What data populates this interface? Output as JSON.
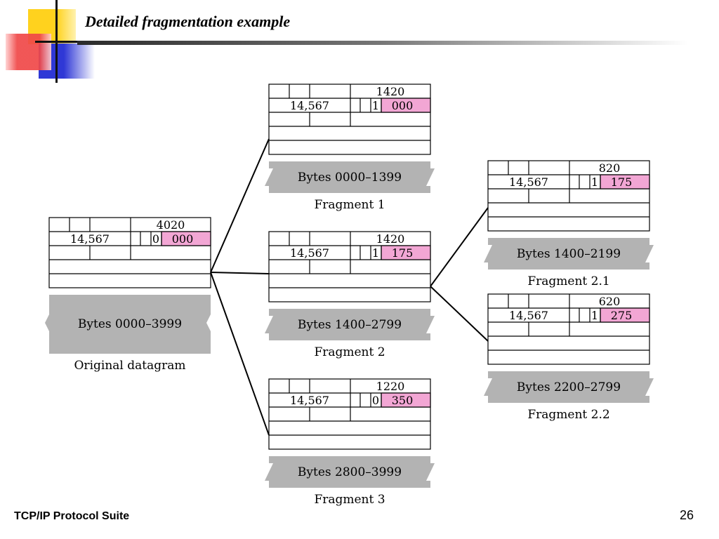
{
  "slide": {
    "title": "Detailed fragmentation example",
    "footer": "TCP/IP Protocol Suite",
    "page_number": "26"
  },
  "colors": {
    "pink": "#f2a6d4",
    "gray": "#b3b3b3",
    "deco_yellow": "#ffd21e",
    "deco_red": "#f04848",
    "deco_blue": "#2f38d6"
  },
  "diagram": {
    "datagrams": [
      {
        "id": "original",
        "total_length": "4020",
        "identification": "14,567",
        "mf_flag": "0",
        "offset": "000",
        "payload": "Bytes 0000–3999",
        "caption": "Original datagram"
      },
      {
        "id": "frag1",
        "total_length": "1420",
        "identification": "14,567",
        "mf_flag": "1",
        "offset": "000",
        "payload": "Bytes 0000–1399",
        "caption": "Fragment 1"
      },
      {
        "id": "frag2",
        "total_length": "1420",
        "identification": "14,567",
        "mf_flag": "1",
        "offset": "175",
        "payload": "Bytes 1400–2799",
        "caption": "Fragment 2"
      },
      {
        "id": "frag3",
        "total_length": "1220",
        "identification": "14,567",
        "mf_flag": "0",
        "offset": "350",
        "payload": "Bytes 2800–3999",
        "caption": "Fragment 3"
      },
      {
        "id": "frag21",
        "total_length": "820",
        "identification": "14,567",
        "mf_flag": "1",
        "offset": "175",
        "payload": "Bytes 1400–2199",
        "caption": "Fragment 2.1"
      },
      {
        "id": "frag22",
        "total_length": "620",
        "identification": "14,567",
        "mf_flag": "1",
        "offset": "275",
        "payload": "Bytes 2200–2799",
        "caption": "Fragment 2.2"
      }
    ],
    "edges": [
      [
        "original",
        "frag1"
      ],
      [
        "original",
        "frag2"
      ],
      [
        "original",
        "frag3"
      ],
      [
        "frag2",
        "frag21"
      ],
      [
        "frag2",
        "frag22"
      ]
    ]
  }
}
